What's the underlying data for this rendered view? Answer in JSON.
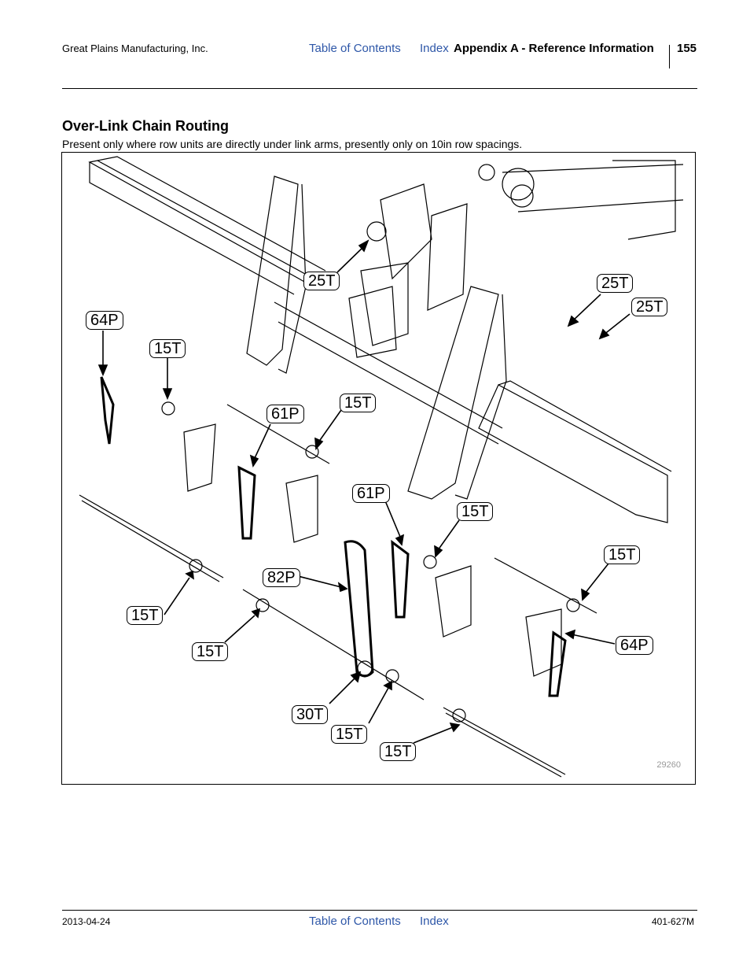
{
  "header": {
    "company": "Great Plains Manufacturing, Inc.",
    "toc_link": "Table of Contents",
    "index_link": "Index",
    "section": "Appendix A - Reference Information",
    "page_number": "155"
  },
  "content": {
    "heading": "Over-Link Chain Routing",
    "intro": "Present only where row units are directly under link arms, presently only on 10in row spacings."
  },
  "figure": {
    "number": "29260",
    "callouts": [
      "25T",
      "25T",
      "25T",
      "64P",
      "15T",
      "61P",
      "15T",
      "61P",
      "15T",
      "15T",
      "82P",
      "15T",
      "15T",
      "64P",
      "30T",
      "15T",
      "15T"
    ]
  },
  "footer": {
    "date": "2013-04-24",
    "toc_link": "Table of Contents",
    "index_link": "Index",
    "doc_number": "401-627M"
  },
  "colors": {
    "link": "#2e57a8"
  }
}
